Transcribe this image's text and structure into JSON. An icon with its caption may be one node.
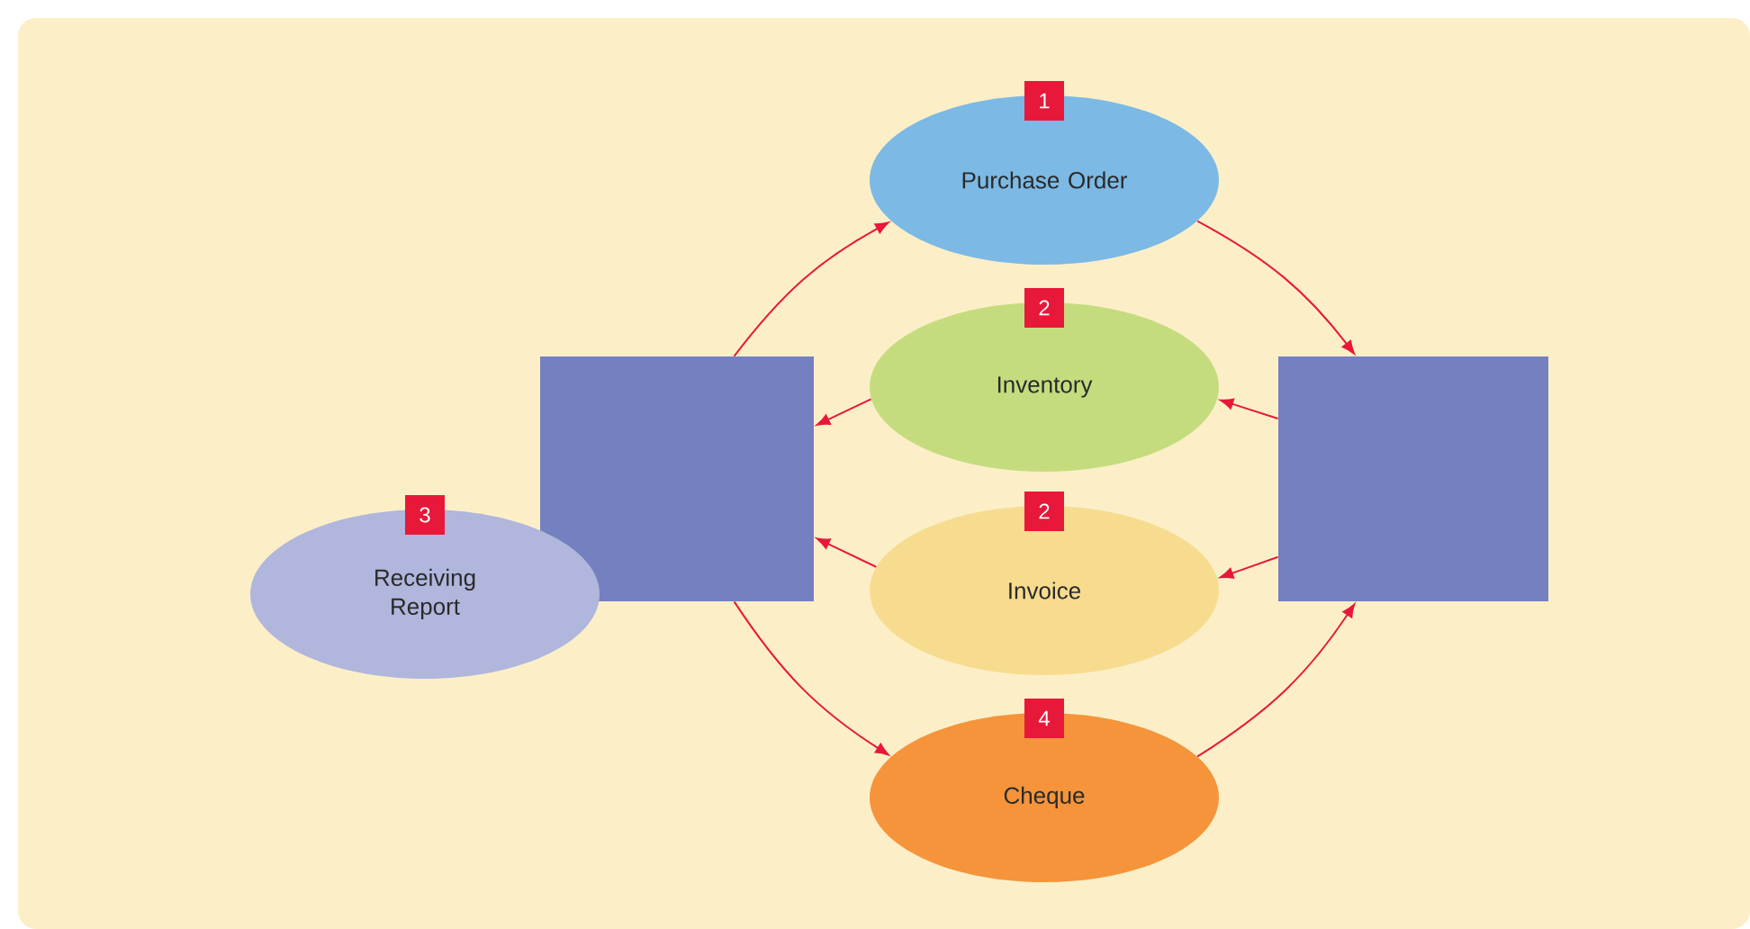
{
  "diagram": {
    "nodes": [
      {
        "text": [],
        "shape": "box"
      },
      {
        "text": [],
        "shape": "box"
      },
      {
        "text": [
          "1",
          "Purchase Order"
        ]
      },
      {
        "text": [
          "2",
          "Inventory"
        ]
      },
      {
        "text": [
          "2",
          "Invoice"
        ]
      },
      {
        "text": [
          "3",
          "Receiving Report"
        ]
      },
      {
        "text": [
          "4",
          "Cheque"
        ]
      }
    ],
    "edges": [
      {
        "from": 0,
        "to": 2,
        "arrow": "to"
      },
      {
        "from": 2,
        "to": 1,
        "arrow": "to"
      },
      {
        "from": 1,
        "to": 3,
        "arrow": "to"
      },
      {
        "from": 3,
        "to": 0,
        "arrow": "to"
      },
      {
        "from": 1,
        "to": 4,
        "arrow": "to"
      },
      {
        "from": 4,
        "to": 0,
        "arrow": "to"
      },
      {
        "from": 0,
        "to": 6,
        "arrow": "to"
      },
      {
        "from": 6,
        "to": 1,
        "arrow": "to"
      }
    ]
  }
}
